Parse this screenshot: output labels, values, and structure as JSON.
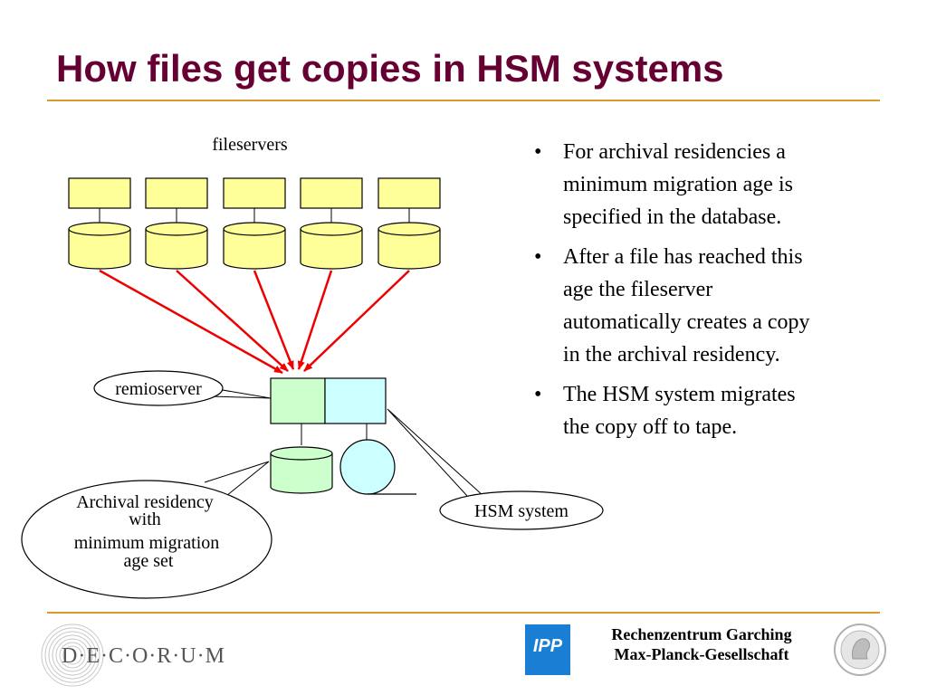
{
  "title": "How files get copies in HSM systems",
  "diagram": {
    "fileservers_label": "fileservers",
    "remioserver_label": "remioserver",
    "hsm_label": "HSM system",
    "archival_label": [
      "Archival residency",
      "with",
      "minimum migration",
      "age set"
    ]
  },
  "bullets": [
    {
      "marker": "•",
      "text": [
        "For archival residencies a",
        "minimum migration age is",
        "specified in the database."
      ]
    },
    {
      "marker": "•",
      "text": [
        "After a file has reached this",
        "age the fileserver",
        "automatically creates a copy",
        "in the archival residency."
      ]
    },
    {
      "marker": "•",
      "text": [
        "The HSM system migrates",
        "the copy off to tape."
      ]
    }
  ],
  "footer": {
    "decorum": "D·E·C·O·R·U·M",
    "ipp": "IPP",
    "org_line1": "Rechenzentrum Garching",
    "org_line2": "Max-Planck-Gesellschaft"
  },
  "colors": {
    "title": "#660033",
    "rule": "#d99a2b",
    "fileserver_fill": "#ffff99",
    "arrow": "#ee0000",
    "archival_fill": "#ccffcc",
    "hsm_fill": "#ccffff",
    "ipp_blue": "#1a7fd4"
  }
}
